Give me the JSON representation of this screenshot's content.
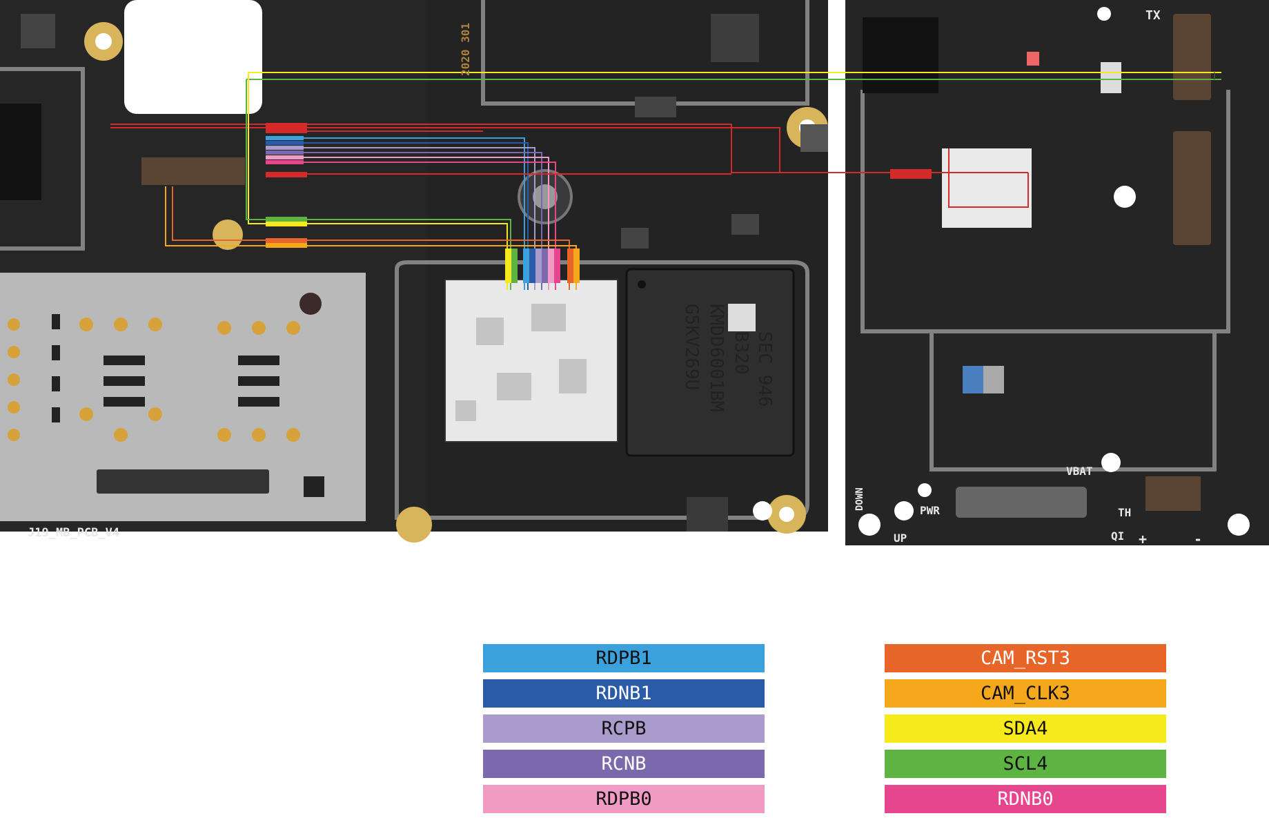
{
  "board": {
    "silkscreen_labels": [
      {
        "id": "pcb_name",
        "text": "J19_MB_PCB_V4"
      },
      {
        "id": "vbat",
        "text": "VBAT"
      },
      {
        "id": "pwr",
        "text": "PWR"
      },
      {
        "id": "up",
        "text": "UP"
      },
      {
        "id": "down",
        "text": "DOWN"
      },
      {
        "id": "tx",
        "text": "TX"
      },
      {
        "id": "th",
        "text": "TH"
      },
      {
        "id": "qi",
        "text": "QI"
      },
      {
        "id": "plus",
        "text": "+"
      },
      {
        "id": "minus",
        "text": "-"
      }
    ],
    "chip_marking_memory": [
      "SEC 946",
      "B320",
      "KMDD6001BM",
      "G5KV269U"
    ],
    "chip_marking_date": [
      "2020 301"
    ]
  },
  "legend": {
    "left": [
      {
        "label": "RDPB1",
        "color": "#3aa1dc",
        "dark": false
      },
      {
        "label": "RDNB1",
        "color": "#2a5ba8",
        "dark": true
      },
      {
        "label": "RCPB",
        "color": "#a99ccd",
        "dark": false
      },
      {
        "label": "RCNB",
        "color": "#7a6aad",
        "dark": true
      },
      {
        "label": "RDPB0",
        "color": "#f19ac3",
        "dark": false
      }
    ],
    "right": [
      {
        "label": "CAM_RST3",
        "color": "#e8652a",
        "dark": true
      },
      {
        "label": "CAM_CLK3",
        "color": "#f6a81c",
        "dark": false
      },
      {
        "label": "SDA4",
        "color": "#f7ea1c",
        "dark": false
      },
      {
        "label": "SCL4",
        "color": "#5db443",
        "dark": false
      },
      {
        "label": "RDNB0",
        "color": "#e5468e",
        "dark": true
      }
    ]
  }
}
